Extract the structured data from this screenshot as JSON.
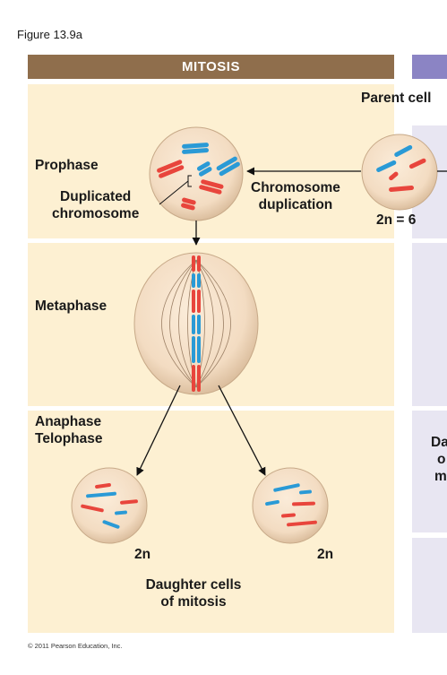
{
  "figure_title": "Figure 13.9a",
  "banner": "MITOSIS",
  "right_banner_clip": "",
  "labels": {
    "parent_cell": "Parent cell",
    "prophase": "Prophase",
    "duplicated_chromosome": "Duplicated\nchromosome",
    "chromosome_duplication": "Chromosome\nduplication",
    "two_n_6": "2n = 6",
    "metaphase": "Metaphase",
    "anaphase_telophase": "Anaphase\nTelophase",
    "two_n_left": "2n",
    "two_n_right": "2n",
    "daughter_cells": "Daughter cells\nof mitosis",
    "right_clip_1": "Da",
    "right_clip_2": "o",
    "right_clip_3": "m"
  },
  "copyright": "© 2011 Pearson Education, Inc.",
  "colors": {
    "banner": "#8f6e4c",
    "panel": "#fdf0d2",
    "right_panel": "#e8e6f2",
    "cell_fill": "#f5dfc6",
    "red_chromosome": "#e8453c",
    "blue_chromosome": "#2a9ad6"
  }
}
